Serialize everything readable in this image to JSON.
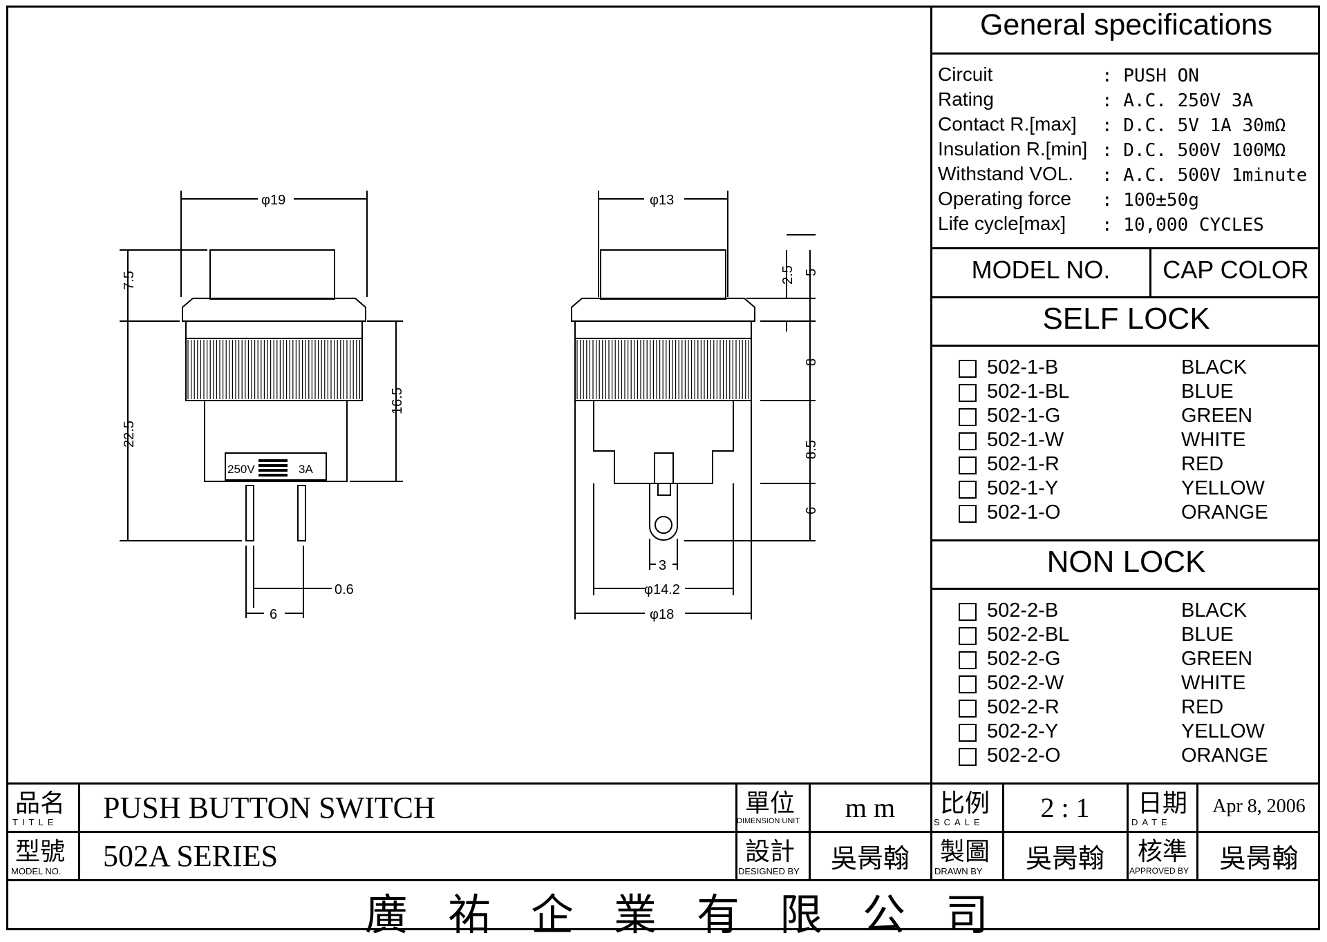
{
  "specs": {
    "title": "General specifications",
    "rows": [
      {
        "label": "Circuit",
        "value": ": PUSH ON"
      },
      {
        "label": "Rating",
        "value": ": A.C. 250V 3A"
      },
      {
        "label": "Contact R.[max]",
        "value": ": D.C. 5V 1A 30mΩ"
      },
      {
        "label": "Insulation R.[min]",
        "value": ": D.C. 500V 100MΩ"
      },
      {
        "label": "Withstand VOL.",
        "value": ": A.C. 500V 1minute"
      },
      {
        "label": "Operating force",
        "value": ": 100±50g"
      },
      {
        "label": "Life cycle[max]",
        "value": ": 10,000 CYCLES"
      }
    ]
  },
  "models": {
    "model_header": "MODEL NO.",
    "color_header": "CAP COLOR",
    "self_lock": {
      "title": "SELF LOCK",
      "items": [
        {
          "model": "502-1-B",
          "color": "BLACK"
        },
        {
          "model": "502-1-BL",
          "color": "BLUE"
        },
        {
          "model": "502-1-G",
          "color": "GREEN"
        },
        {
          "model": "502-1-W",
          "color": "WHITE"
        },
        {
          "model": "502-1-R",
          "color": "RED"
        },
        {
          "model": "502-1-Y",
          "color": "YELLOW"
        },
        {
          "model": "502-1-O",
          "color": "ORANGE"
        }
      ]
    },
    "non_lock": {
      "title": "NON LOCK",
      "items": [
        {
          "model": "502-2-B",
          "color": "BLACK"
        },
        {
          "model": "502-2-BL",
          "color": "BLUE"
        },
        {
          "model": "502-2-G",
          "color": "GREEN"
        },
        {
          "model": "502-2-W",
          "color": "WHITE"
        },
        {
          "model": "502-2-R",
          "color": "RED"
        },
        {
          "model": "502-2-Y",
          "color": "YELLOW"
        },
        {
          "model": "502-2-O",
          "color": "ORANGE"
        }
      ]
    }
  },
  "drawing": {
    "left_dims": {
      "dia": "φ19",
      "h_top": "7.5",
      "h_total": "22.5",
      "h_body": "16.5",
      "pin_w": "0.6",
      "pin_pitch": "6",
      "label_v": "250V",
      "label_a": "3A"
    },
    "right_dims": {
      "dia_cap": "φ13",
      "d1": "2.5",
      "d2": "5",
      "d3": "8",
      "d4": "8.5",
      "d5": "6",
      "pin_w": "3",
      "dia_body": "φ14.2",
      "dia_flange": "φ18"
    }
  },
  "title_block": {
    "title_cn": "品名",
    "title_en": "TITLE",
    "title_value": "PUSH BUTTON SWITCH",
    "model_cn": "型號",
    "model_en": "MODEL NO.",
    "model_value": "502A SERIES",
    "unit_cn": "單位",
    "unit_en": "DIMENSION UNIT",
    "unit_value": "m m",
    "designed_cn": "設計",
    "designed_en": "DESIGNED BY",
    "designed_value": "吳昺翰",
    "scale_cn": "比例",
    "scale_en": "SCALE",
    "scale_value": "2 : 1",
    "drawn_cn": "製圖",
    "drawn_en": "DRAWN BY",
    "drawn_value": "吳昺翰",
    "date_cn": "日期",
    "date_en": "DATE",
    "date_value": "Apr 8, 2006",
    "approved_cn": "核準",
    "approved_en": "APPROVED BY",
    "approved_value": "吳昺翰",
    "company": "廣祐企業有限公司"
  }
}
